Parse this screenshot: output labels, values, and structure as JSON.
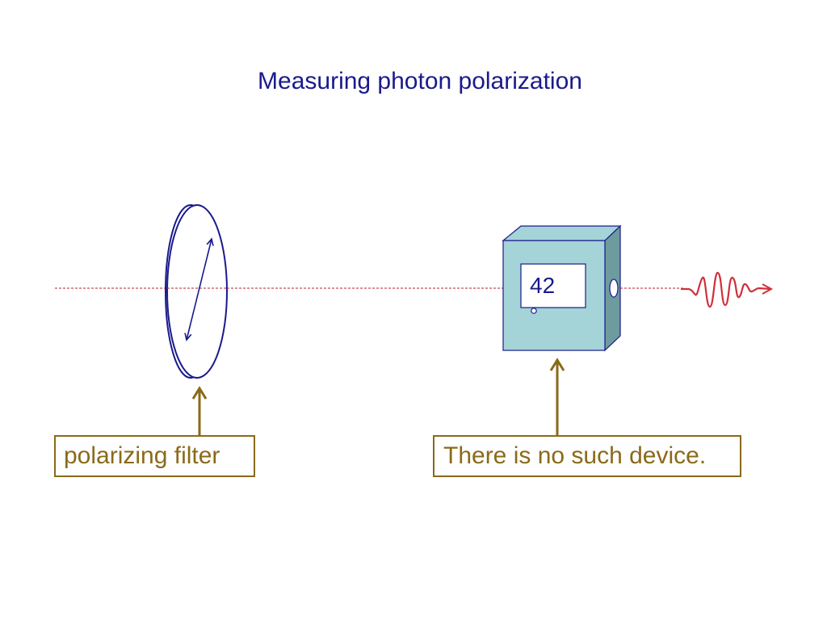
{
  "title": "Measuring photon polarization",
  "labels": {
    "filter": "polarizing filter",
    "device": "There is no such device."
  },
  "device": {
    "display_value": "42"
  },
  "colors": {
    "title": "#1a1a8c",
    "outline": "#1a1a8c",
    "device_fill": "#a4d4d8",
    "device_side": "#6e9c9e",
    "label": "#8a6a1a",
    "beam": "#b8202c",
    "wave": "#d0303c"
  }
}
